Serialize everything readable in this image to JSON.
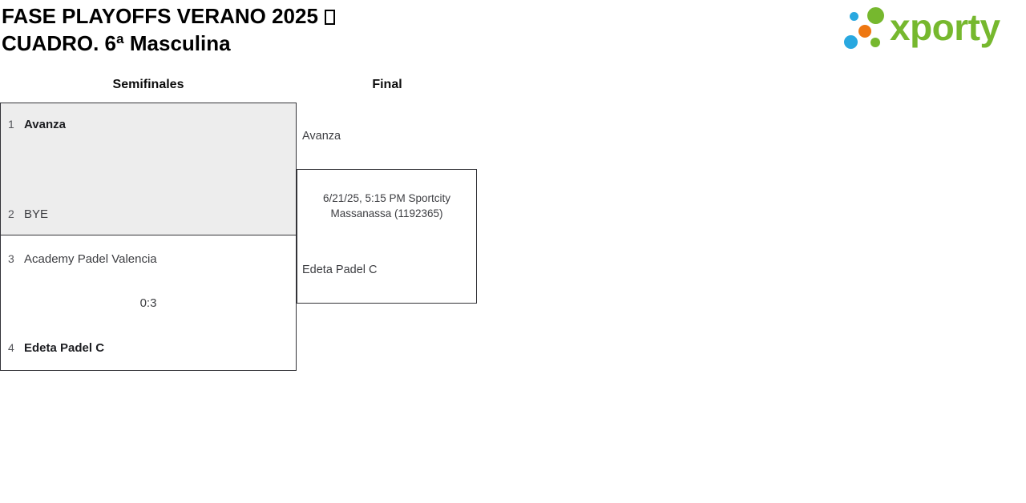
{
  "header": {
    "title_line1": "FASE PLAYOFFS VERANO 2025",
    "title_line2": "CUADRO. 6ª Masculina"
  },
  "logo": {
    "text": "xporty",
    "brand_green": "#76b82e",
    "brand_blue": "#29a8e0",
    "brand_orange": "#ee7711"
  },
  "bracket": {
    "round_labels": [
      "Semifinales",
      "Final"
    ],
    "semifinal1": {
      "participant1": {
        "seed": "1",
        "name": "Avanza"
      },
      "participant2": {
        "seed": "2",
        "name": "BYE"
      },
      "score": "",
      "winner": "Avanza",
      "highlight_bg": "#ededed"
    },
    "semifinal2": {
      "participant1": {
        "seed": "3",
        "name": "Academy Padel Valencia"
      },
      "participant2": {
        "seed": "4",
        "name": "Edeta Padel C"
      },
      "score": "0:3",
      "winner": "Edeta Padel C"
    },
    "final": {
      "participant1": "Avanza",
      "participant2": "Edeta Padel C",
      "info_line1": "6/21/25, 5:15 PM Sportcity",
      "info_line2": "Massanassa (1192365)"
    }
  },
  "colors": {
    "box_border": "#333338",
    "highlight_gray": "#ededed",
    "text_dark": "#1c1d21",
    "text_regular": "#3d3e42",
    "seed_gray": "#55565b"
  }
}
